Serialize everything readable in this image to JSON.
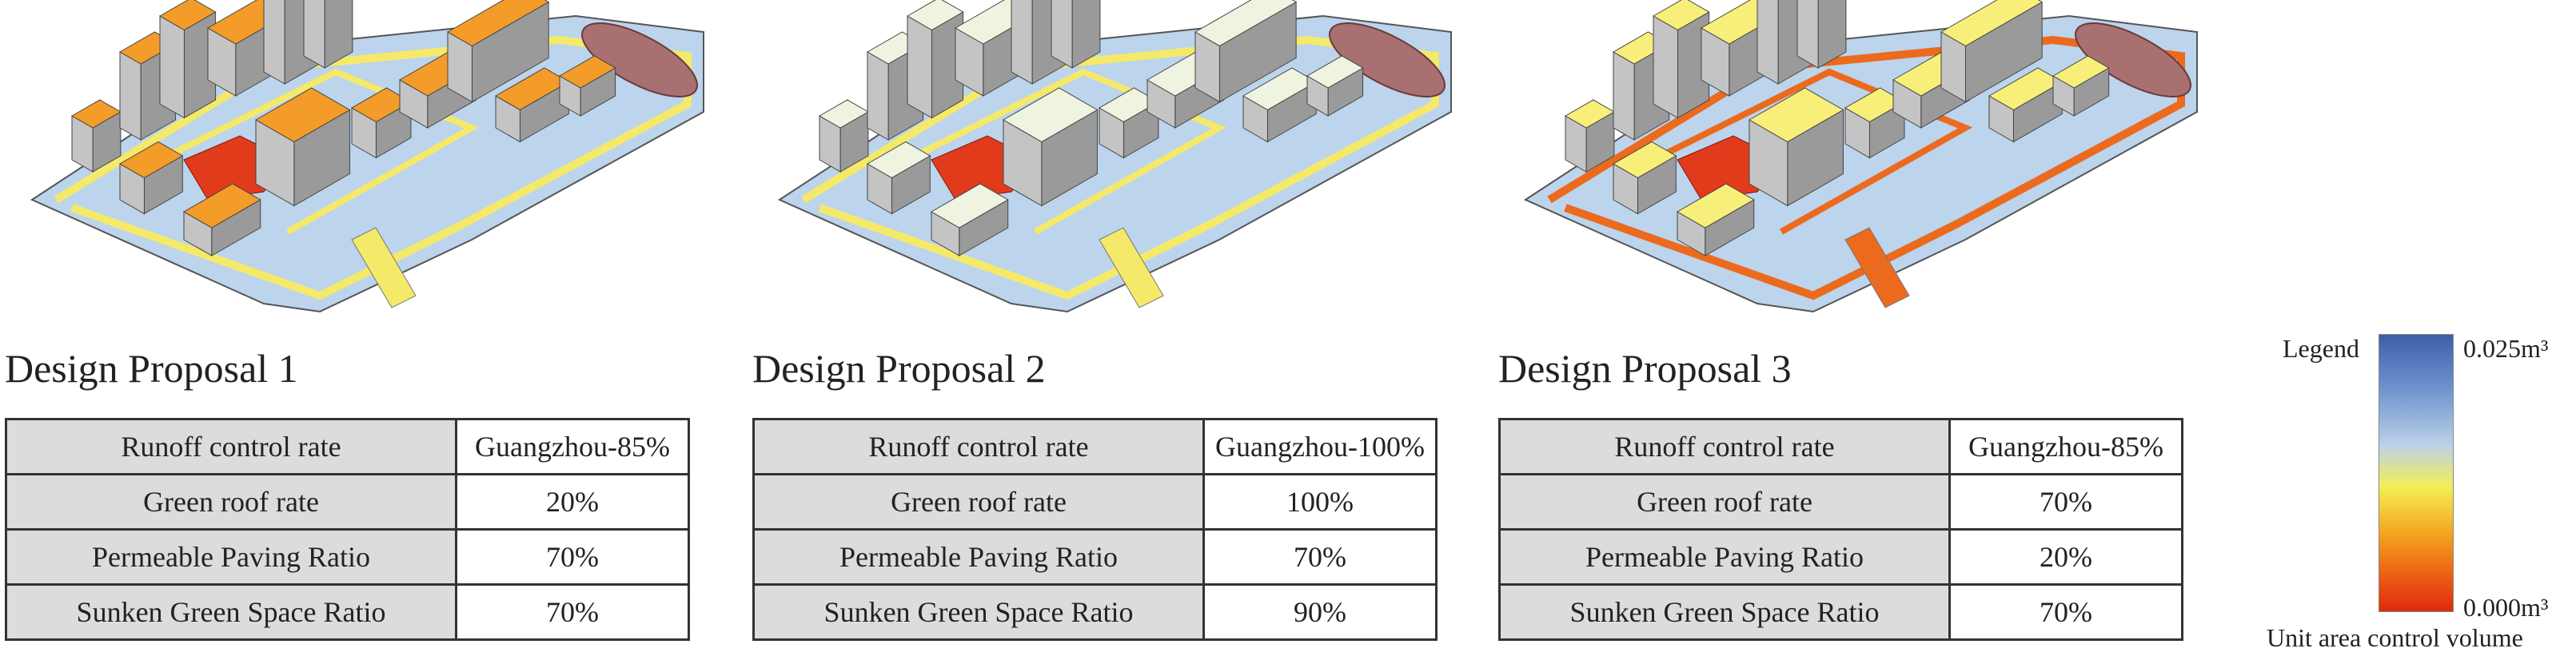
{
  "proposals": [
    {
      "title": "Design Proposal 1",
      "rows": [
        {
          "label": "Runoff control rate",
          "value": "Guangzhou-85%"
        },
        {
          "label": "Green roof rate",
          "value": "20%"
        },
        {
          "label": "Permeable Paving Ratio",
          "value": "70%"
        },
        {
          "label": "Sunken Green Space Ratio",
          "value": "70%"
        }
      ],
      "colors": {
        "roof": "#f39c2a",
        "road": "#f5e96a",
        "plaza": "#e23b1c",
        "site": "#bcd4ec"
      }
    },
    {
      "title": "Design Proposal 2",
      "rows": [
        {
          "label": "Runoff control rate",
          "value": "Guangzhou-100%"
        },
        {
          "label": "Green roof rate",
          "value": "100%"
        },
        {
          "label": "Permeable Paving Ratio",
          "value": "70%"
        },
        {
          "label": "Sunken Green Space Ratio",
          "value": "90%"
        }
      ],
      "colors": {
        "roof": "#eef4e0",
        "road": "#f5e96a",
        "plaza": "#e23b1c",
        "site": "#bcd4ec"
      }
    },
    {
      "title": "Design Proposal 3",
      "rows": [
        {
          "label": "Runoff control rate",
          "value": "Guangzhou-85%"
        },
        {
          "label": "Green roof rate",
          "value": "70%"
        },
        {
          "label": "Permeable Paving Ratio",
          "value": "20%"
        },
        {
          "label": "Sunken Green Space Ratio",
          "value": "70%"
        }
      ],
      "colors": {
        "roof": "#f8ef7a",
        "road": "#ec6a1e",
        "plaza": "#e23b1c",
        "site": "#bcd4ec"
      }
    }
  ],
  "legend": {
    "title": "Legend",
    "max_label": "0.025m³",
    "min_label": "0.000m³",
    "caption": "Unit area control volume",
    "gradient_colors": [
      "#3d5ea8",
      "#6f95cf",
      "#bcd1e8",
      "#f4ee56",
      "#f3a51e",
      "#ec5a14",
      "#e02a0c"
    ]
  }
}
